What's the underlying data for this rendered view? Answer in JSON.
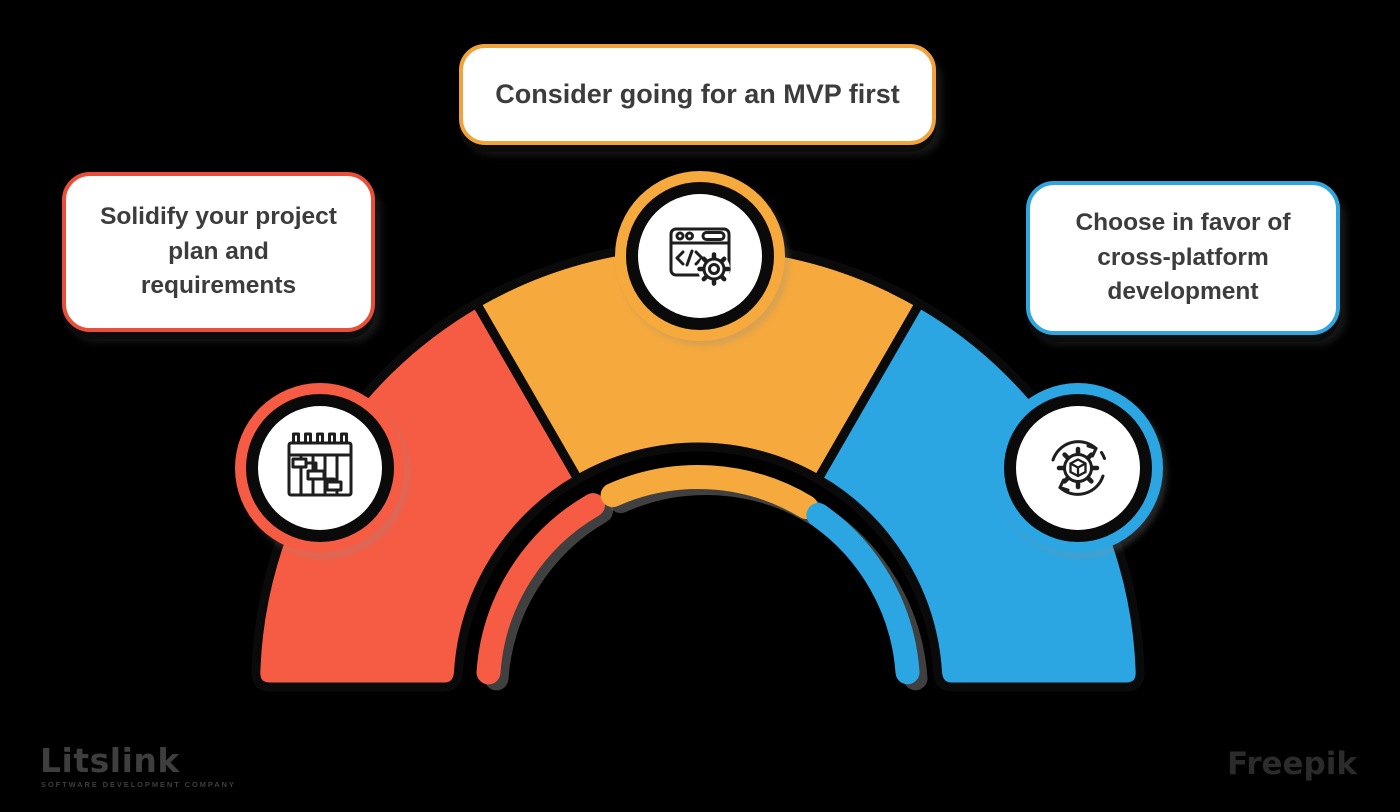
{
  "cards": {
    "left": {
      "label": "Solidify your project\nplan and\nrequirements"
    },
    "top": {
      "label": "Consider going for an MVP first"
    },
    "right": {
      "label": "Choose in favor of\ncross-platform\ndevelopment"
    }
  },
  "colors": {
    "background": "#000000",
    "red": "#F65C44",
    "red_border": "#E94E39",
    "orange": "#F6A93C",
    "orange_border": "#F0A23B",
    "blue": "#2BA6E3",
    "blue_border": "#31A5DE",
    "outline": "#0A0A0A",
    "card_bg": "#FFFFFF",
    "text": "#3C3C3C"
  },
  "icons": {
    "left": "gantt-plan-icon",
    "top": "browser-code-gear-icon",
    "right": "gear-cube-sync-icon"
  },
  "footer": {
    "left_logo": "Litslink",
    "left_tagline": "SOFTWARE DEVELOPMENT COMPANY",
    "right_logo": "Freepik"
  }
}
